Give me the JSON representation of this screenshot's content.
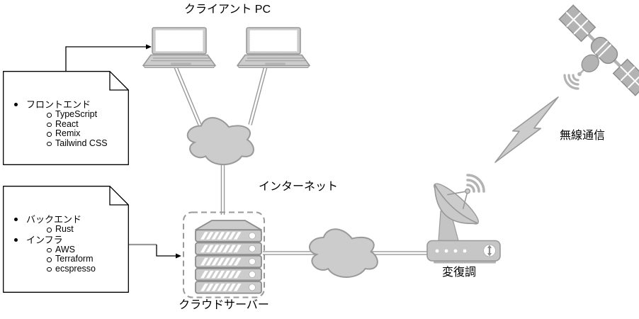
{
  "diagram": {
    "title": "クライアント PC",
    "labels": {
      "internet": "インターネット",
      "cloud_server": "クラウドサーバー",
      "modem": "変復調",
      "wireless": "無線通信"
    },
    "notes": {
      "frontend": {
        "items": [
          {
            "label": "フロントエンド",
            "children": [
              "TypeScript",
              "React",
              "Remix",
              "Tailwind CSS"
            ]
          }
        ]
      },
      "backend": {
        "items": [
          {
            "label": "バックエンド",
            "children": [
              "Rust"
            ]
          },
          {
            "label": "インフラ",
            "children": [
              "AWS",
              "Terraform",
              "ecspresso"
            ]
          }
        ]
      }
    },
    "icons": [
      "laptop-icon",
      "cloud-icon",
      "server-rack-icon",
      "modem-icon",
      "satellite-dish-icon",
      "wifi-signal-icon",
      "lightning-bolt-icon",
      "satellite-icon"
    ],
    "colors": {
      "shape_fill": "#cccccc",
      "shape_stroke": "#999999",
      "icon_fill": "#b3b3b3",
      "note_stroke": "#000000",
      "text": "#000000"
    }
  }
}
